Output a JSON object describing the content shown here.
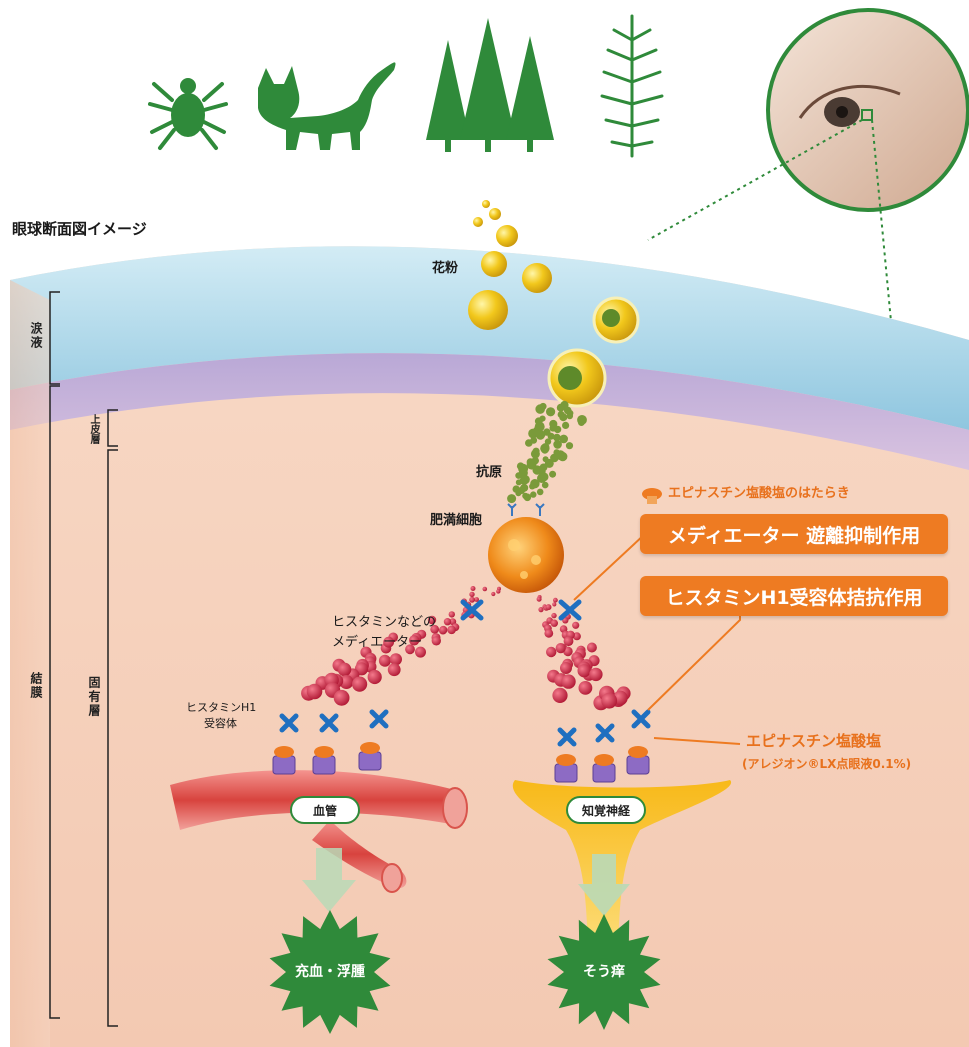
{
  "title": "眼球断面図イメージ",
  "labels": {
    "pollen": "花粉",
    "antigen": "抗原",
    "mast_cell": "肥満細胞",
    "mediator_line1": "ヒスタミンなどの",
    "mediator_line2": "メディエーター",
    "receptor_line1": "ヒスタミンH1",
    "receptor_line2": "受容体",
    "blood_vessel": "血管",
    "sensory_nerve": "知覚神経",
    "result_left": "充血・浮腫",
    "result_right": "そう痒"
  },
  "layers": {
    "tear_film": "涙液",
    "epithelium": "上皮層",
    "conjunctiva": "結膜",
    "lamina_propria": "固有層"
  },
  "action": {
    "header": "エピナスチン塩酸塩のはたらき",
    "mediator_release": "メディエーター 遊離抑制作用",
    "h1_antagonism": "ヒスタミンH1受容体拮抗作用"
  },
  "drug": {
    "name": "エピナスチン塩酸塩",
    "product": "(アレジオン®LX点眼液0.1%)"
  },
  "allergens": [
    "mite-icon",
    "cat-icon",
    "cedar-trees-icon",
    "ragweed-icon"
  ],
  "colors": {
    "allergen_green": "#2f8a3a",
    "accent_orange": "#ee7b22",
    "tear_blue": "#a9d8ea",
    "epithelium_lavender": "#c9b5dc",
    "tissue_peach": "#f6d2bc",
    "pollen_yellow": "#f2c81c",
    "histamine_red": "#c8233f",
    "block_x_blue": "#1f6fc0"
  }
}
